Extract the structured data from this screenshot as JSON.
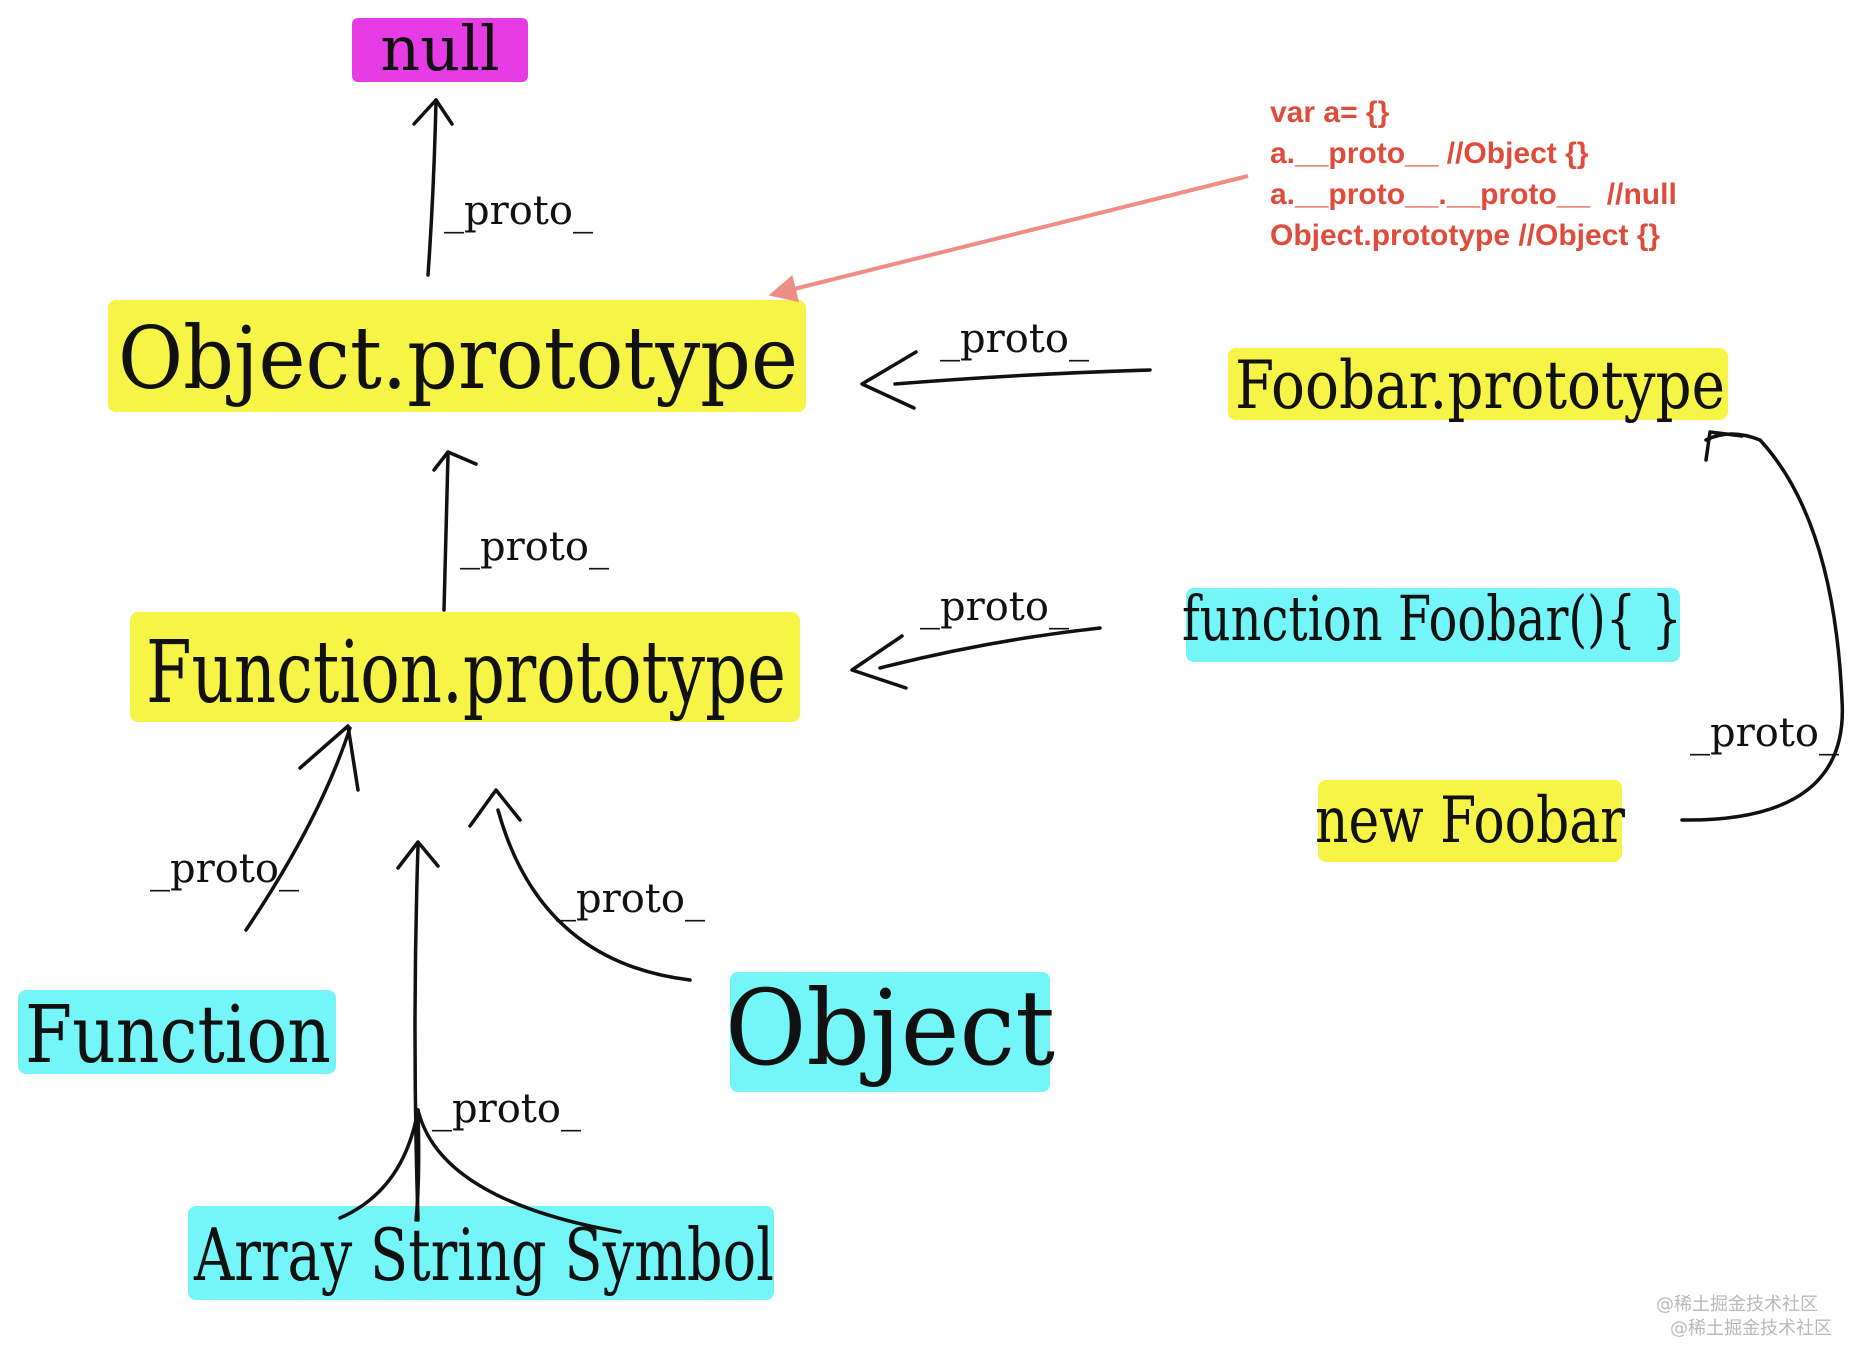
{
  "colors": {
    "background": "#ffffff",
    "stroke": "#111111",
    "highlight_yellow": "#f6f547",
    "highlight_cyan": "#74f6f8",
    "highlight_magenta": "#e63ce6",
    "code_red": "#e04c3c",
    "pointer_arrow": "#ee8d86"
  },
  "nodes": {
    "null_node": "null",
    "object_prototype": "Object.prototype",
    "function_prototype": "Function.prototype",
    "foobar_prototype": "Foobar.prototype",
    "function_foobar": "function Foobar(){ }",
    "new_foobar": "new Foobar",
    "function_ctor": "Function",
    "object_ctor": "Object",
    "builtins": "Array String Symbol"
  },
  "edge_label": "_proto_",
  "code_snippet": {
    "lines": [
      "var a= {}",
      "a.__proto__ //Object {}",
      "a.__proto__.__proto__  //null",
      "Object.prototype //Object {}"
    ]
  },
  "watermark": {
    "line1": "@稀土掘金技术社区",
    "line2": "@稀土掘金技术社区"
  }
}
